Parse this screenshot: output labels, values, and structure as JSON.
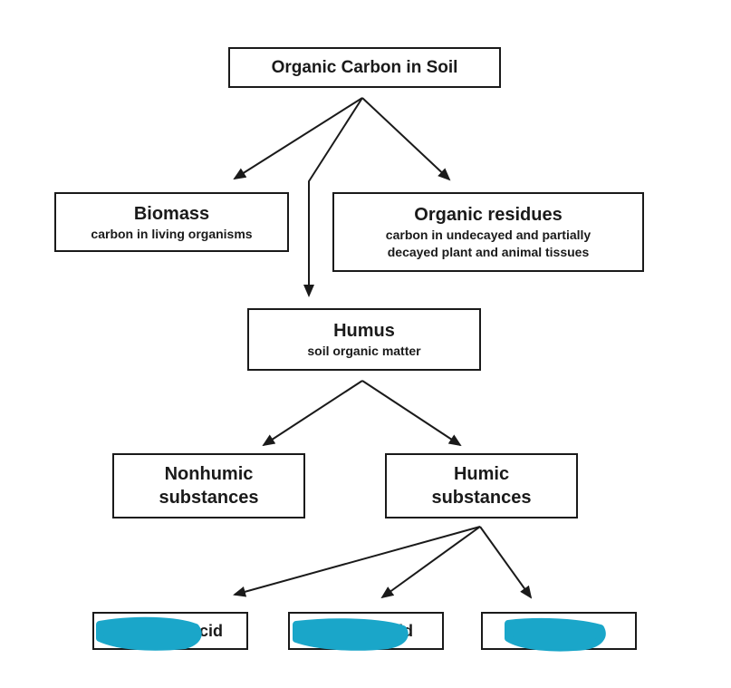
{
  "diagram": {
    "root": {
      "title": "Organic Carbon in Soil"
    },
    "biomass": {
      "title": "Biomass",
      "subtitle": "carbon in living organisms"
    },
    "residues": {
      "title": "Organic residues",
      "subtitle_line1": "carbon in undecayed and partially",
      "subtitle_line2": "decayed plant and animal tissues"
    },
    "humus": {
      "title": "Humus",
      "subtitle": "soil organic matter"
    },
    "nonhumic": {
      "line1": "Nonhumic",
      "line2": "substances"
    },
    "humic": {
      "line1": "Humic",
      "line2": "substances"
    },
    "leaves": [
      {
        "visible_text": "cid",
        "redacted": true
      },
      {
        "visible_text": "id",
        "redacted": true
      },
      {
        "visible_text": "",
        "redacted": true
      }
    ],
    "colors": {
      "ink": "#1a1a1a",
      "redaction": "#1aa6c9"
    }
  }
}
